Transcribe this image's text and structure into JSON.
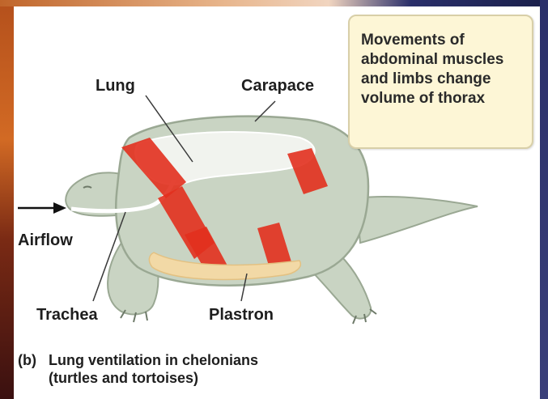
{
  "note": {
    "text": "Movements of abdominal muscles and limbs change volume of thorax"
  },
  "labels": {
    "lung": "Lung",
    "carapace": "Carapace",
    "airflow": "Airflow",
    "trachea": "Trachea",
    "plastron": "Plastron"
  },
  "caption": {
    "letter": "(b)",
    "line1": "Lung ventilation in chelonians",
    "line2": "(turtles and tortoises)"
  },
  "colors": {
    "body": "#c9d4c3",
    "body_outline": "#9aa893",
    "muscle": "#e2301e",
    "lung": "#f1f3ee",
    "plastron": "#f2d9a6"
  }
}
